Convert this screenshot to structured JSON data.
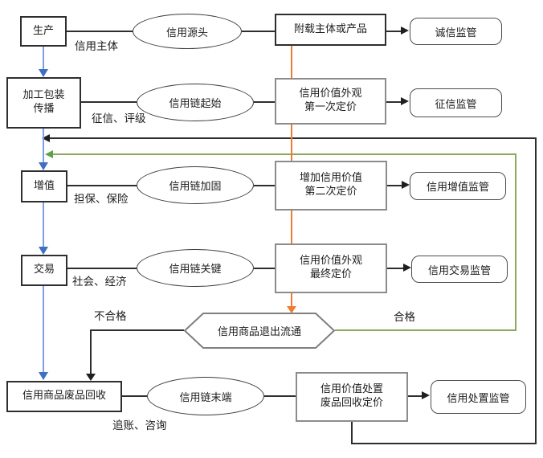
{
  "diagram": {
    "rows": [
      {
        "stage1": "生产",
        "stage2": "",
        "edge_label": "信用主体",
        "chain": "信用源头",
        "value1": "附载主体或产品",
        "value2": "",
        "regulator": "诚信监管"
      },
      {
        "stage1": "加工包装",
        "stage2": "传播",
        "edge_label": "征信、评级",
        "chain": "信用链起始",
        "value1": "信用价值外观",
        "value2": "第一次定价",
        "regulator": "征信监管"
      },
      {
        "stage1": "增值",
        "stage2": "",
        "edge_label": "担保、保险",
        "chain": "信用链加固",
        "value1": "增加信用价值",
        "value2": "第二次定价",
        "regulator": "信用增值监管"
      },
      {
        "stage1": "交易",
        "stage2": "",
        "edge_label": "社会、经济",
        "chain": "信用链关键",
        "value1": "信用价值外观",
        "value2": "最终定价",
        "regulator": "信用交易监管"
      },
      {
        "stage1": "信用商品废品回收",
        "stage2": "",
        "edge_label": "追账、咨询",
        "chain": "信用链末端",
        "value1": "信用价值处置",
        "value2": "废品回收定价",
        "regulator": "信用处置监管"
      }
    ],
    "decision": {
      "label": "信用商品退出流通",
      "fail_label": "不合格",
      "pass_label": "合格"
    },
    "colors": {
      "flow_blue": "#7da0e4",
      "flow_blue_arrow": "#3f6fc1",
      "flow_orange": "#ed7d31",
      "flow_green": "#8aa95c",
      "flow_green_arrow": "#5ea34b",
      "line_black": "#2e2e2e"
    }
  }
}
